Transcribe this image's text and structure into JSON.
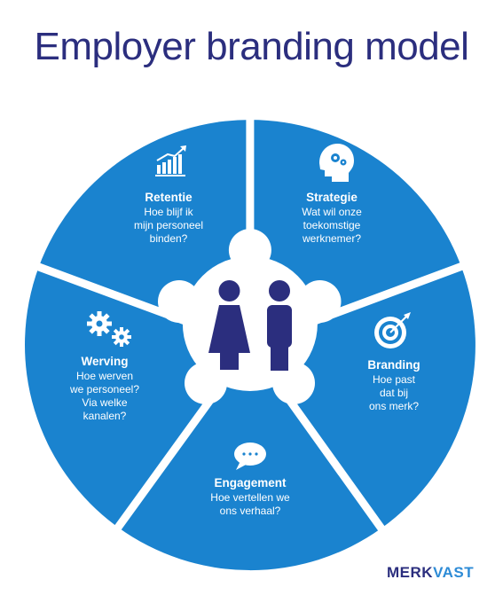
{
  "title": "Employer branding model",
  "colors": {
    "segment": "#1a83cf",
    "title": "#2b2e7e",
    "people": "#2b2e7e",
    "background": "#ffffff"
  },
  "segments": [
    {
      "icon": "growth-chart-icon",
      "title": "Retentie",
      "lines": [
        "Hoe blijf ik",
        "mijn personeel",
        "binden?"
      ]
    },
    {
      "icon": "head-gears-icon",
      "title": "Strategie",
      "lines": [
        "Wat wil onze",
        "toekomstige",
        "werknemer?"
      ]
    },
    {
      "icon": "target-icon",
      "title": "Branding",
      "lines": [
        "Hoe past",
        "dat bij",
        "ons merk?"
      ]
    },
    {
      "icon": "speech-bubble-icon",
      "title": "Engagement",
      "lines": [
        "Hoe vertellen we",
        "ons verhaal?"
      ]
    },
    {
      "icon": "gears-icon",
      "title": "Werving",
      "lines": [
        "Hoe werven",
        "we personeel?",
        "Via welke",
        "kanalen?"
      ]
    }
  ],
  "center_icon": "people-icon",
  "logo": {
    "part1": "MERK",
    "part2": "VAST"
  }
}
